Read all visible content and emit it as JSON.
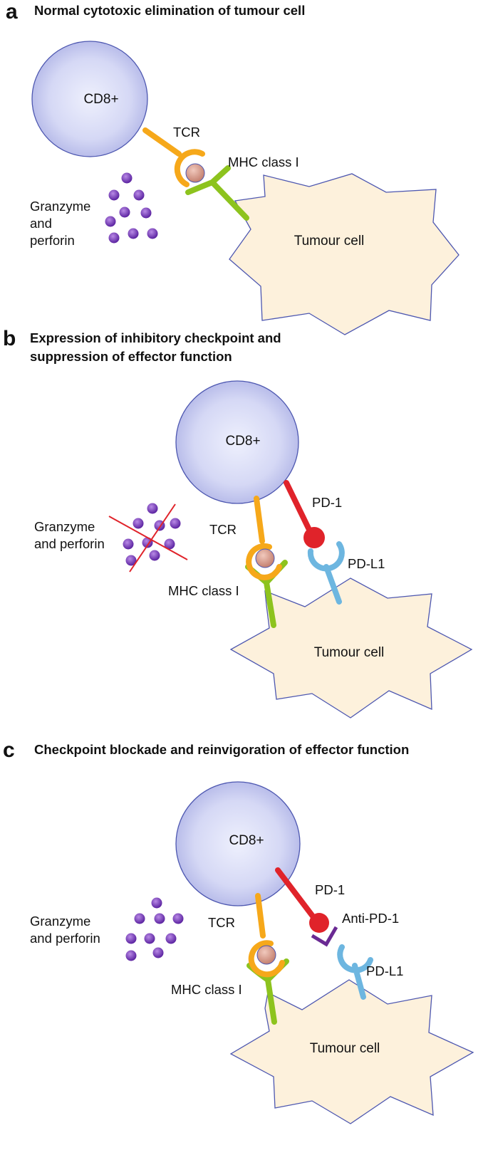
{
  "colors": {
    "tcr": "#f6a81a",
    "mhc": "#8dc31e",
    "pd1": "#e0232a",
    "pdl1": "#6db6e0",
    "anti_pd1": "#6a2a93",
    "granule": "#7033b0",
    "cd8_fill": "#cdd0f2",
    "tumour_fill": "#fdf1dc",
    "outline": "#4d57b0",
    "peptide": "#d99a8c"
  },
  "panels": {
    "a": {
      "letter": "a",
      "title_lines": [
        "Normal cytotoxic elimination of tumour cell"
      ],
      "labels": {
        "cd8": "CD8+",
        "tcr": "TCR",
        "mhc": "MHC class I",
        "granzyme_lines": [
          "Granzyme",
          "and",
          "perforin"
        ],
        "tumour": "Tumour cell"
      }
    },
    "b": {
      "letter": "b",
      "title_lines": [
        "Expression of inhibitory checkpoint and",
        "suppression of effector function"
      ],
      "labels": {
        "cd8": "CD8+",
        "tcr": "TCR",
        "mhc": "MHC class I",
        "pd1": "PD-1",
        "pdl1": "PD-L1",
        "granzyme_lines": [
          "Granzyme",
          "and perforin"
        ],
        "tumour": "Tumour cell"
      }
    },
    "c": {
      "letter": "c",
      "title_lines": [
        "Checkpoint blockade and reinvigoration of effector function"
      ],
      "labels": {
        "cd8": "CD8+",
        "tcr": "TCR",
        "mhc": "MHC class I",
        "pd1": "PD-1",
        "anti_pd1": "Anti-PD-1",
        "pdl1": "PD-L1",
        "granzyme_lines": [
          "Granzyme",
          "and perforin"
        ],
        "tumour": "Tumour cell"
      }
    }
  }
}
